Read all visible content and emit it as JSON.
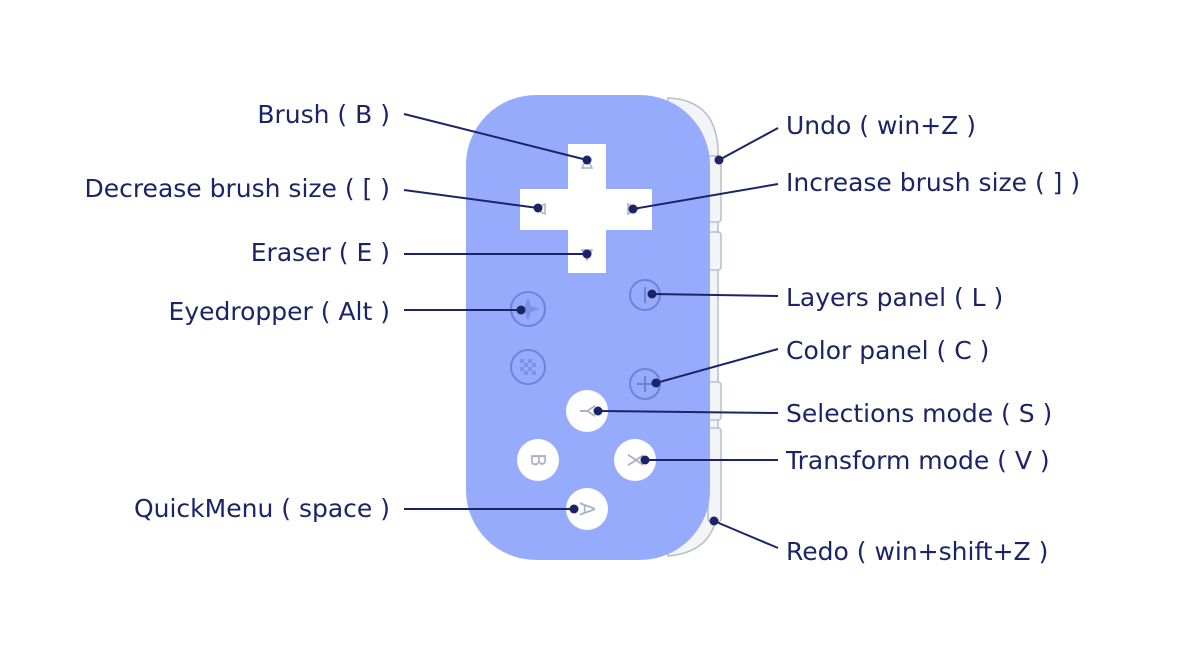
{
  "colors": {
    "body": "#97abfc",
    "label": "#1b2466",
    "line": "#1b2466",
    "button_fill": "#ffffff",
    "button_glyph": "#a9b2c7",
    "side_rail": "#f3f4f7",
    "side_rail_stroke": "#b8bdc9"
  },
  "labels": {
    "brush": "Brush ( B )",
    "decrease_brush": "Decrease brush size ( [ )",
    "eraser": "Eraser ( E )",
    "eyedropper": "Eyedropper ( Alt )",
    "quickmenu": "QuickMenu ( space )",
    "undo": "Undo ( win+Z )",
    "increase_brush": "Increase brush size ( ] )",
    "layers_panel": "Layers panel ( L )",
    "color_panel": "Color panel ( C )",
    "selections_mode": "Selections mode ( S )",
    "transform_mode": "Transform mode ( V )",
    "redo": "Redo ( win+shift+Z )"
  },
  "buttons": {
    "a": "A",
    "b": "B",
    "x": "X",
    "y": "Y"
  },
  "icons": {
    "dpad_up": "triangle-up-icon",
    "dpad_down": "triangle-down-icon",
    "dpad_left": "triangle-left-icon",
    "dpad_right": "triangle-right-icon",
    "minus": "minus-icon",
    "plus": "plus-icon",
    "capture": "sparkle-icon",
    "home": "checker-icon"
  }
}
